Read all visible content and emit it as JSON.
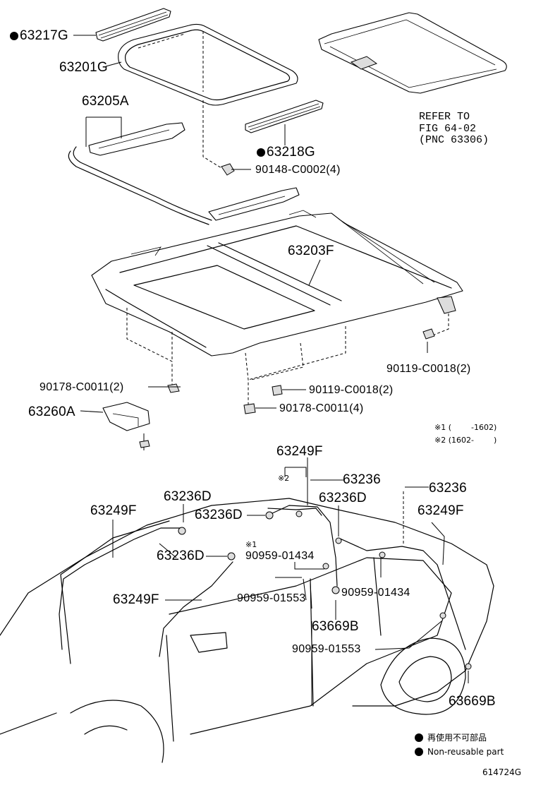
{
  "callouts": [
    {
      "id": "c1",
      "text": "63217G",
      "nonreusable": true
    },
    {
      "id": "c2",
      "text": "63201G"
    },
    {
      "id": "c3",
      "text": "63205A"
    },
    {
      "id": "c4",
      "text": "63218G",
      "nonreusable": true
    },
    {
      "id": "c5",
      "text": "90148-C0002(4)"
    },
    {
      "id": "c6",
      "text": "63203F"
    },
    {
      "id": "c7",
      "text": "90119-C0018(2)"
    },
    {
      "id": "c8",
      "text": "90178-C0011(2)"
    },
    {
      "id": "c9",
      "text": "90119-C0018(2)"
    },
    {
      "id": "c10",
      "text": "90178-C0011(4)"
    },
    {
      "id": "c11",
      "text": "63260A"
    },
    {
      "id": "c12",
      "text": "63249F"
    },
    {
      "id": "c13",
      "text": "63236"
    },
    {
      "id": "c14",
      "text": "63236"
    },
    {
      "id": "c15",
      "text": "63236D"
    },
    {
      "id": "c16",
      "text": "63236D"
    },
    {
      "id": "c17",
      "text": "63236D"
    },
    {
      "id": "c18",
      "text": "63249F"
    },
    {
      "id": "c19",
      "text": "63249F"
    },
    {
      "id": "c20",
      "text": "63236D"
    },
    {
      "id": "c21",
      "text": "90959-01434"
    },
    {
      "id": "c22",
      "text": "63249F"
    },
    {
      "id": "c23",
      "text": "90959-01553"
    },
    {
      "id": "c24",
      "text": "90959-01434"
    },
    {
      "id": "c25",
      "text": "63669B"
    },
    {
      "id": "c26",
      "text": "90959-01553"
    },
    {
      "id": "c27",
      "text": "63669B"
    }
  ],
  "reference": {
    "line1": "REFER TO",
    "line2": "FIG 64-02",
    "line3": "(PNC 63306)"
  },
  "marks": {
    "m1": "※2",
    "m2": "※1"
  },
  "notes": {
    "note1": "※1 (        -1602)",
    "note2": "※2 (1602-        )"
  },
  "legend": {
    "jp": "再使用不可部品",
    "en": "Non-reusable part"
  },
  "figure_id": "614724G",
  "colors": {
    "ink": "#000000",
    "paper": "#ffffff",
    "shade": "#dddddd"
  }
}
